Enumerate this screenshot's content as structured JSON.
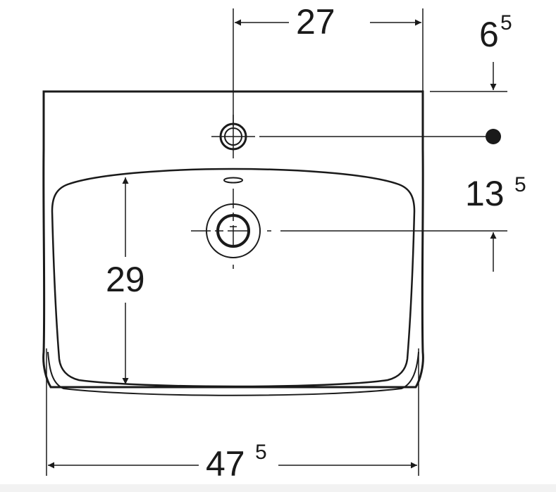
{
  "drawing": {
    "type": "washbasin-dimension-drawing",
    "stroke_color": "#1a1a1a",
    "dimensions": {
      "tap_hole_offset": {
        "main": "27",
        "sup": ""
      },
      "tap_hole_depth": {
        "main": "6",
        "sup": "5"
      },
      "drain_depth": {
        "main": "13",
        "sup": "5"
      },
      "bowl_depth": {
        "main": "29",
        "sup": ""
      },
      "overall_width": {
        "main": "47",
        "sup": "5"
      }
    }
  }
}
